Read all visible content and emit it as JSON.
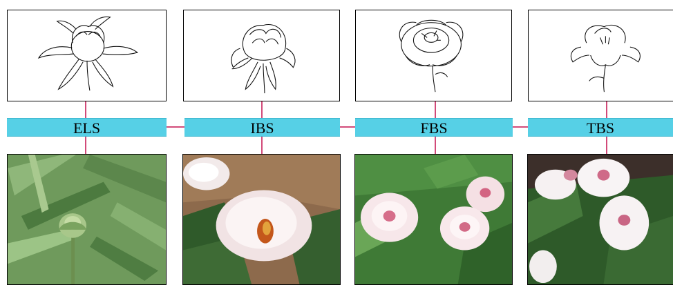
{
  "stages": [
    {
      "label": "ELS",
      "sketch_icon": "peony-bud-sketch-icon",
      "photo": "peony-bud-photo"
    },
    {
      "label": "IBS",
      "sketch_icon": "peony-opening-sketch-icon",
      "photo": "peony-opening-photo"
    },
    {
      "label": "FBS",
      "sketch_icon": "peony-full-bloom-sketch-icon",
      "photo": "peony-full-bloom-photo"
    },
    {
      "label": "TBS",
      "sketch_icon": "peony-terminal-bloom-sketch-icon",
      "photo": "peony-terminal-bloom-photo"
    }
  ],
  "colors": {
    "label_fill": "#56d0e6",
    "connector": "#d24a79"
  }
}
